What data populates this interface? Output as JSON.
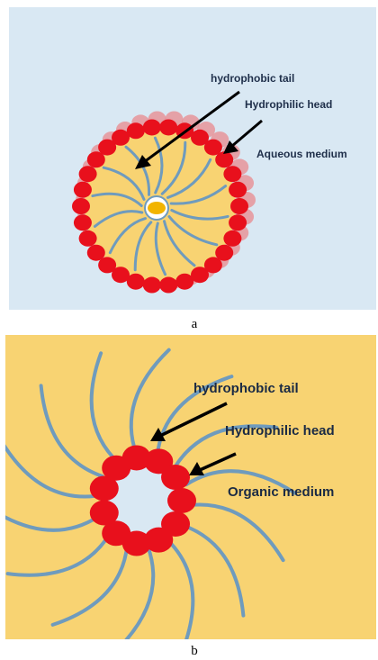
{
  "panel_a": {
    "caption": "a",
    "labels": {
      "tail": "hydrophobic tail",
      "head": "Hydrophilic head",
      "medium": "Aqueous medium"
    },
    "colors": {
      "background": "#d9e8f3",
      "core": "#f8d372",
      "head": "#e8101c",
      "tail": "#6f9bbd",
      "center": "#f2b400"
    }
  },
  "panel_b": {
    "caption": "b",
    "labels": {
      "tail": "hydrophobic tail",
      "head": "Hydrophilic head",
      "medium": "Organic medium"
    },
    "colors": {
      "background": "#f8d372",
      "core": "#d9e8f3",
      "head": "#e8101c",
      "tail": "#6f9bbd"
    }
  }
}
